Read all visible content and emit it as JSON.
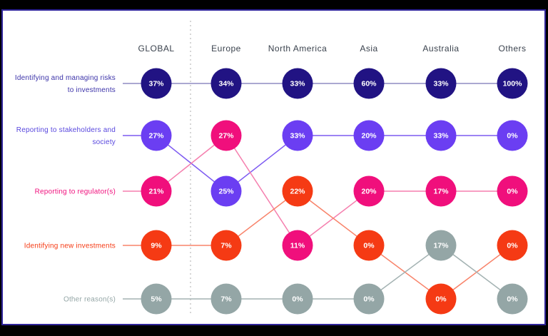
{
  "chart_data": {
    "type": "scatter",
    "subtype": "bump-dot-rank-chart",
    "title": "",
    "unit": "%",
    "columns": [
      "GLOBAL",
      "Europe",
      "North America",
      "Asia",
      "Australia",
      "Others"
    ],
    "separator_after_column_index": 0,
    "colors": {
      "background": "#000000",
      "card_background": "#ffffff",
      "card_border": "#2f249a",
      "header_text": "#3a424d",
      "separator_line": "#cccccc",
      "point_label_text": "#ffffff"
    },
    "series": [
      {
        "name": "Identifying and managing risks to investments",
        "label_lines": [
          "Identifying and managing risks",
          "to investments"
        ],
        "color": "#211383",
        "label_color": "#3c33a9",
        "line_color": "#8f8cc2",
        "values": [
          37,
          34,
          33,
          60,
          33,
          100
        ],
        "ranks": [
          1,
          1,
          1,
          1,
          1,
          1
        ]
      },
      {
        "name": "Reporting to stakeholders and society",
        "label_lines": [
          "Reporting to stakeholders and",
          "society"
        ],
        "color": "#6b3ef2",
        "label_color": "#5847de",
        "line_color": "#7d5af1",
        "values": [
          27,
          25,
          33,
          20,
          33,
          0
        ],
        "ranks": [
          2,
          3,
          2,
          2,
          2,
          2
        ]
      },
      {
        "name": "Reporting to regulator(s)",
        "label_lines": [
          "Reporting to regulator(s)"
        ],
        "color": "#f00f7c",
        "label_color": "#f00f7c",
        "line_color": "#f57fae",
        "values": [
          21,
          27,
          11,
          20,
          17,
          0
        ],
        "ranks": [
          3,
          2,
          4,
          3,
          3,
          3
        ]
      },
      {
        "name": "Identifying new investments",
        "label_lines": [
          "Identifying new investments"
        ],
        "color": "#f53a14",
        "label_color": "#f53a14",
        "line_color": "#f8836a",
        "values": [
          9,
          7,
          22,
          0,
          0,
          0
        ],
        "ranks": [
          4,
          4,
          3,
          4,
          5,
          4
        ]
      },
      {
        "name": "Other reason(s)",
        "label_lines": [
          "Other reason(s)"
        ],
        "color": "#94a6a6",
        "label_color": "#94a6a6",
        "line_color": "#a3b2b2",
        "values": [
          5,
          7,
          0,
          0,
          17,
          0
        ],
        "ranks": [
          5,
          5,
          5,
          5,
          4,
          5
        ]
      }
    ]
  }
}
